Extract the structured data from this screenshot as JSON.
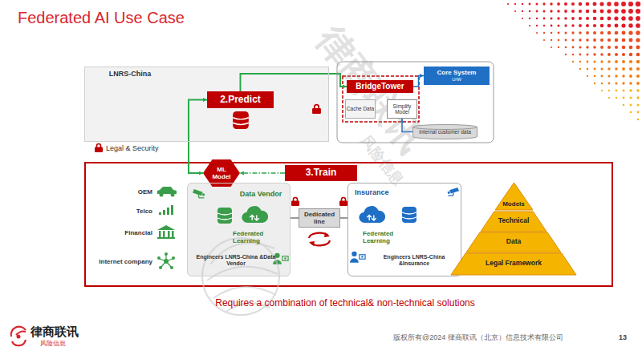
{
  "diagram": {
    "title": "Federated AI Use Case",
    "caption": "Requires a combination of technical& non-technical solutions",
    "nodes": [
      {
        "text": [
          "LNRS-China"
        ]
      },
      {
        "text": [
          "2.Predict"
        ],
        "in": 0
      },
      {
        "text": [
          "BridgeTower"
        ]
      },
      {
        "text": [
          "Cache Data"
        ]
      },
      {
        "text": [
          "Simplify Model"
        ]
      },
      {
        "text": [
          "Internal customer data"
        ]
      },
      {
        "text": [
          "Core System",
          "U/W"
        ]
      },
      {
        "text": [
          "ML Model"
        ]
      },
      {
        "text": [
          "3.Train"
        ]
      },
      {
        "text": [
          "Data Vendor",
          "Federated Learning",
          "Engineers LNRS-China &Data Vendor"
        ]
      },
      {
        "text": [
          "Dedicated line"
        ]
      },
      {
        "text": [
          "Insurance",
          "Federated Learning",
          "Engineers LNRS-China &Insurance"
        ]
      },
      {
        "text": [
          "Models"
        ]
      },
      {
        "text": [
          "Technical"
        ]
      },
      {
        "text": [
          "Data"
        ]
      },
      {
        "text": [
          "Legal Framework"
        ]
      }
    ],
    "edges": [
      {
        "from": 7,
        "to": 1,
        "arrow": "both"
      },
      {
        "from": 1,
        "to": 2,
        "arrow": "to"
      },
      {
        "from": 2,
        "to": 6,
        "arrow": "to"
      },
      {
        "from": 5,
        "to": 4,
        "arrow": "to"
      },
      {
        "from": 8,
        "to": 7,
        "arrow": "to"
      },
      {
        "from": 9,
        "to": 10,
        "arrow": "none"
      },
      {
        "from": 10,
        "to": 11,
        "arrow": "none"
      }
    ],
    "labels": [
      "Legal & Security",
      "OEM",
      "Telco",
      "Financial",
      "Internet company",
      "律商联讯",
      "风险信息",
      "版权所有@2024 律商联讯（北京）信息技术有限公司",
      "13",
      "律商联讯",
      "风险信息"
    ]
  }
}
